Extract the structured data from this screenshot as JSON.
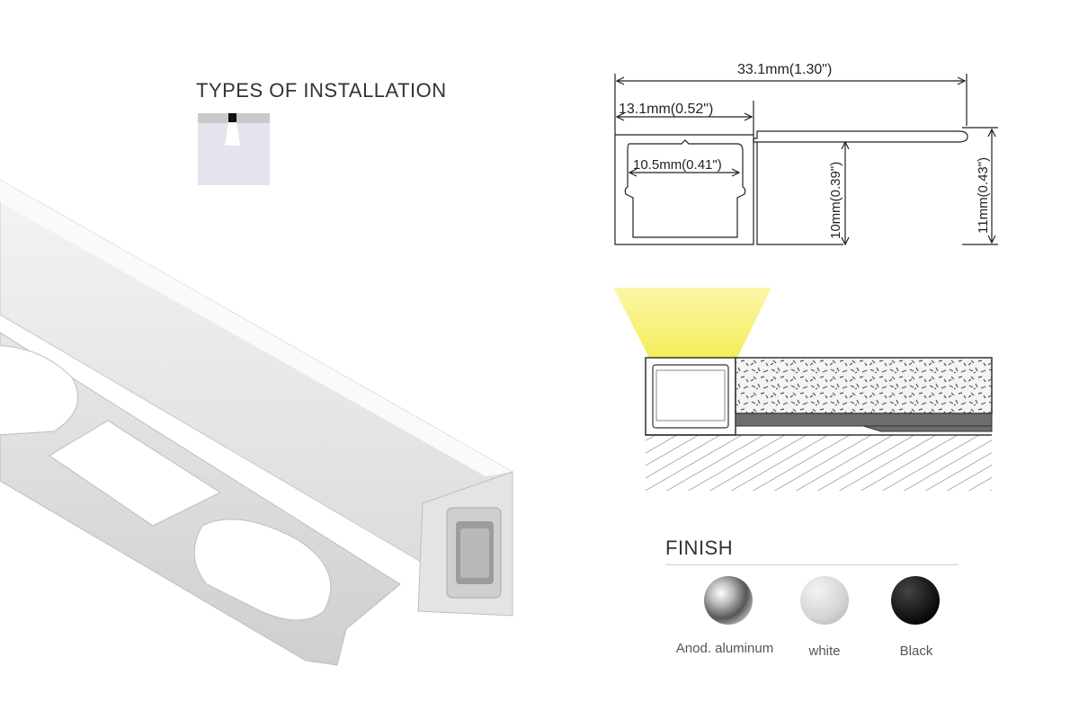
{
  "installation": {
    "title": "TYPES OF INSTALLATION"
  },
  "dimensions": {
    "total_width": "33.1mm(1.30\")",
    "channel_width": "13.1mm(0.52\")",
    "inner_width": "10.5mm(0.41\")",
    "inner_height": "10mm(0.39\")",
    "total_height": "11mm(0.43\")"
  },
  "finish": {
    "title": "FINISH",
    "options": [
      {
        "label": "Anod. aluminum",
        "color": "#9a9a9a"
      },
      {
        "label": "white",
        "color": "#d8d8d8"
      },
      {
        "label": "Black",
        "color": "#1a1a1a"
      }
    ]
  },
  "colors": {
    "light": "#f4ee5a",
    "tile": "#f2f2f2",
    "adhesive": "#6d6d6d"
  }
}
